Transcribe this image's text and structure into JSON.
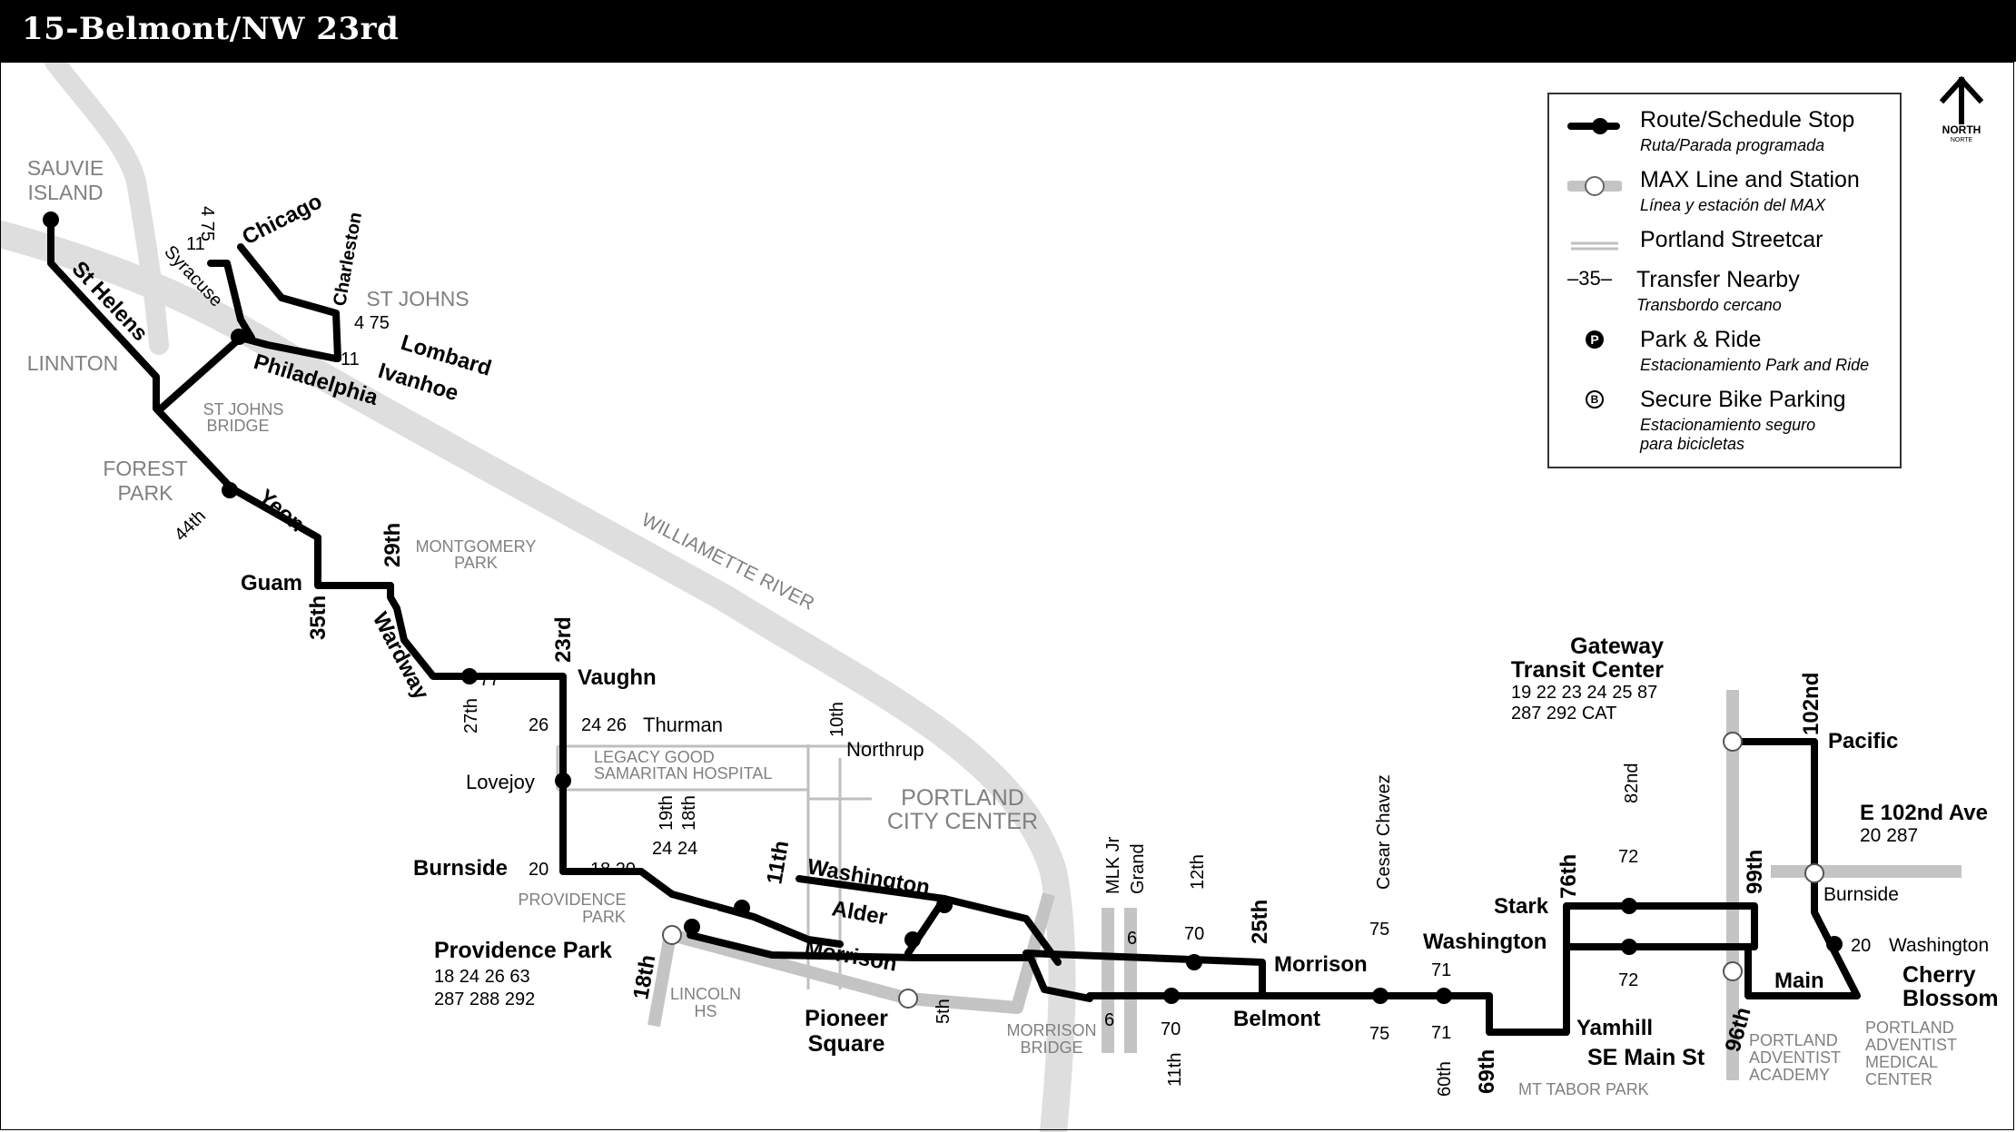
{
  "header": {
    "title": "15-Belmont/NW 23rd"
  },
  "legend": {
    "items": [
      {
        "title": "Route/Schedule Stop",
        "subtitle": "Ruta/Parada programada",
        "icon": "route-stop-icon"
      },
      {
        "title": "MAX Line and Station",
        "subtitle": "Línea y estación del MAX",
        "icon": "max-station-icon"
      },
      {
        "title": "Portland Streetcar",
        "subtitle": "",
        "icon": "streetcar-icon"
      },
      {
        "title": "Transfer Nearby",
        "subtitle": "Transbordo cercano",
        "icon": "transfer-icon",
        "symbol": "–35–"
      },
      {
        "title": "Park & Ride",
        "subtitle": "Estacionamiento Park and Ride",
        "icon": "park-ride-icon",
        "symbol": "P"
      },
      {
        "title": "Secure Bike Parking",
        "subtitle": "Estacionamiento seguro\npara bicicletas",
        "icon": "bike-parking-icon",
        "symbol": "B"
      }
    ]
  },
  "north": {
    "label": "NORTH",
    "sub": "NORTE"
  },
  "areas": {
    "sauvie_1": "SAUVIE",
    "sauvie_2": "ISLAND",
    "linnton": "LINNTON",
    "forest_1": "FOREST",
    "forest_2": "PARK",
    "st_johns": "ST JOHNS",
    "st_johns_bridge_1": "ST JOHNS",
    "st_johns_bridge_2": "BRIDGE",
    "river": "WILLIAMETTE RIVER",
    "montgomery_1": "MONTGOMERY",
    "montgomery_2": "PARK",
    "legacy_1": "LEGACY GOOD",
    "legacy_2": "SAMARITAN HOSPITAL",
    "portland_1": "PORTLAND",
    "portland_2": "CITY CENTER",
    "providence_park_area_1": "PROVIDENCE",
    "providence_park_area_2": "PARK",
    "lincoln_1": "LINCOLN",
    "lincoln_2": "HS",
    "morrison_bridge_1": "MORRISON",
    "morrison_bridge_2": "BRIDGE",
    "mt_tabor": "MT TABOR PARK",
    "adventist_academy_1": "PORTLAND",
    "adventist_academy_2": "ADVENTIST",
    "adventist_academy_3": "ACADEMY",
    "adventist_center_1": "PORTLAND",
    "adventist_center_2": "ADVENTIST",
    "adventist_center_3": "MEDICAL",
    "adventist_center_4": "CENTER"
  },
  "streets": {
    "st_helens": "St Helens",
    "chicago": "Chicago",
    "charleston": "Charleston",
    "syracuse": "Syracuse",
    "lombard": "Lombard",
    "ivanhoe": "Ivanhoe",
    "philadelphia": "Philadelphia",
    "yeon": "Yeon",
    "s44th": "44th",
    "guam": "Guam",
    "s35th": "35th",
    "s29th": "29th",
    "wardway": "Wardway",
    "s27th": "27th",
    "s23rd": "23rd",
    "vaughn": "Vaughn",
    "thurman": "Thurman",
    "lovejoy": "Lovejoy",
    "northrup": "Northrup",
    "s10th": "10th",
    "burnside_w": "Burnside",
    "s19th": "19th",
    "s18th_top": "18th",
    "s18th": "18th",
    "s11th": "11th",
    "washington_w": "Washington",
    "alder": "Alder",
    "morrison_w": "Morrison",
    "s5th": "5th",
    "mlk": "MLK Jr",
    "grand": "Grand",
    "s12th": "12th",
    "s11th_e": "11th",
    "s25th": "25th",
    "morrison_e": "Morrison",
    "belmont": "Belmont",
    "cesar": "Cesar Chavez",
    "s60th": "60th",
    "s69th": "69th",
    "washington_e": "Washington",
    "stark": "Stark",
    "s76th": "76th",
    "yamhill": "Yamhill",
    "s82nd": "82nd",
    "s102nd": "102nd",
    "pacific": "Pacific",
    "s99th": "99th",
    "burnside_e": "Burnside",
    "main": "Main",
    "washington_far": "Washington",
    "s96th": "96th"
  },
  "places": {
    "providence_park": "Providence Park",
    "providence_routes_1": "18 24 26 63",
    "providence_routes_2": "287 288 292",
    "pioneer_1": "Pioneer",
    "pioneer_2": "Square",
    "gateway_1": "Gateway",
    "gateway_2": "Transit Center",
    "gateway_routes_1": "19 22 23 24 25 87",
    "gateway_routes_2": "287 292 CAT",
    "e102_station": "E 102nd Ave",
    "e102_routes": "20 287",
    "se_main_st": "SE Main St",
    "cherry_1": "Cherry",
    "cherry_2": "Blossom"
  },
  "transfers": {
    "chicago": "4 75",
    "syracuse": "11",
    "lombard": "4 75",
    "ivanhoe": "11",
    "vaughn": "77",
    "thurman_w": "26",
    "thurman_e": "24 26",
    "burnside_w": "20",
    "burnside_e": "18 20",
    "s19th": "19th",
    "s18th": "18th",
    "r24a": "24",
    "r24b": "24",
    "grand_top": "6",
    "grand_bot": "6",
    "s12th": "70",
    "s11th": "70",
    "cesar_top": "75",
    "cesar_bot": "75",
    "s60th_top": "71",
    "s60th_bot": "71",
    "s82nd_top": "72",
    "s82nd_bot": "72",
    "washington_far": "20"
  },
  "colors": {
    "route": "#000000",
    "max": "#c8c8c8",
    "river": "#dcdcdc",
    "area_text": "#808080",
    "header": "#000000"
  }
}
